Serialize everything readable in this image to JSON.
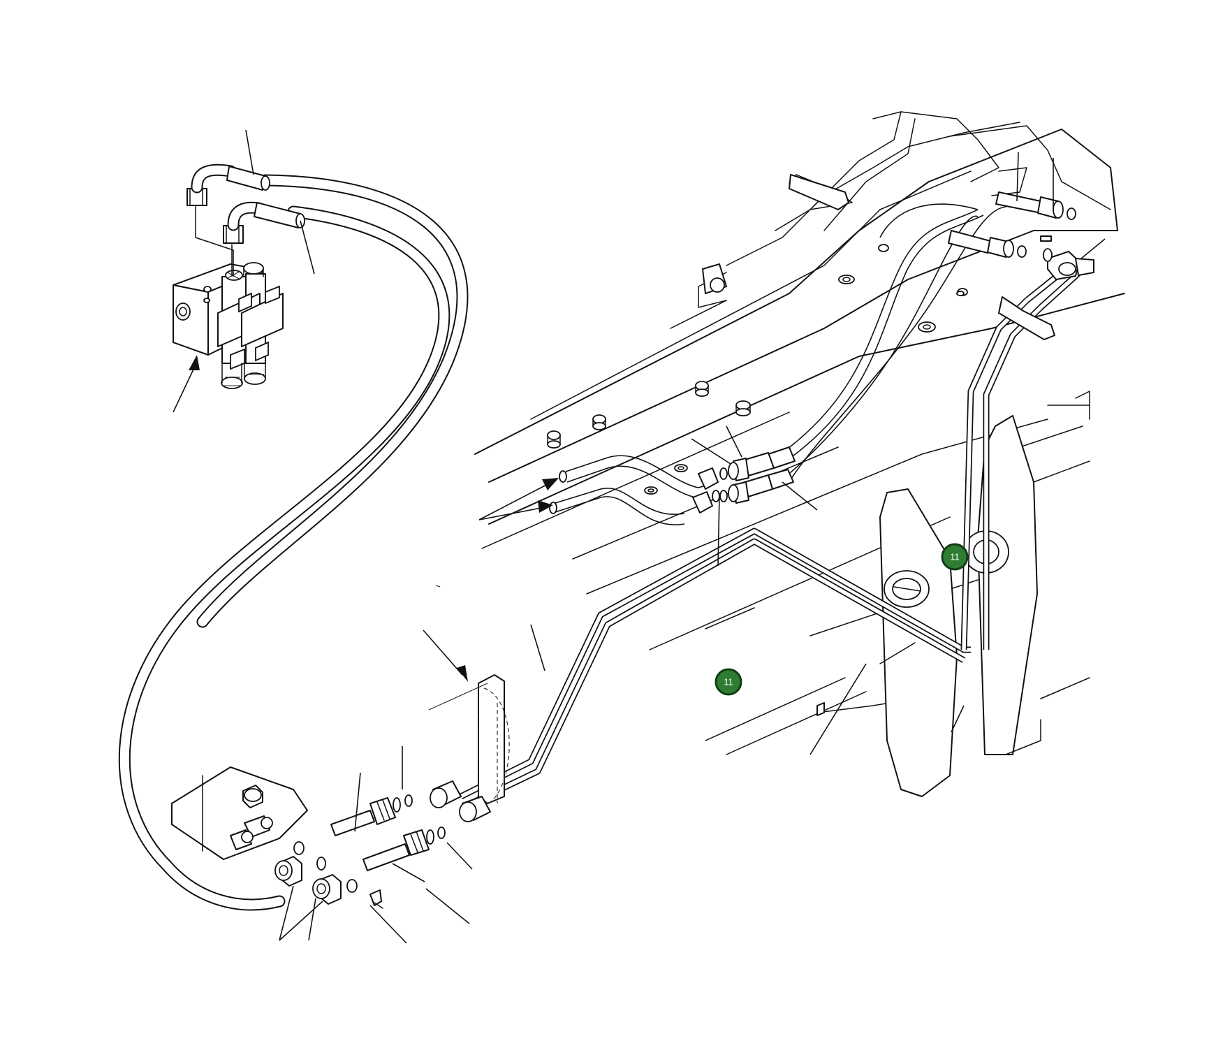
{
  "callouts": [
    {
      "id": "callout-a",
      "label": "11"
    },
    {
      "id": "callout-b",
      "label": "11"
    }
  ],
  "colors": {
    "callout_fill": "#2e7d32",
    "line": "#111111",
    "background": "#ffffff"
  }
}
